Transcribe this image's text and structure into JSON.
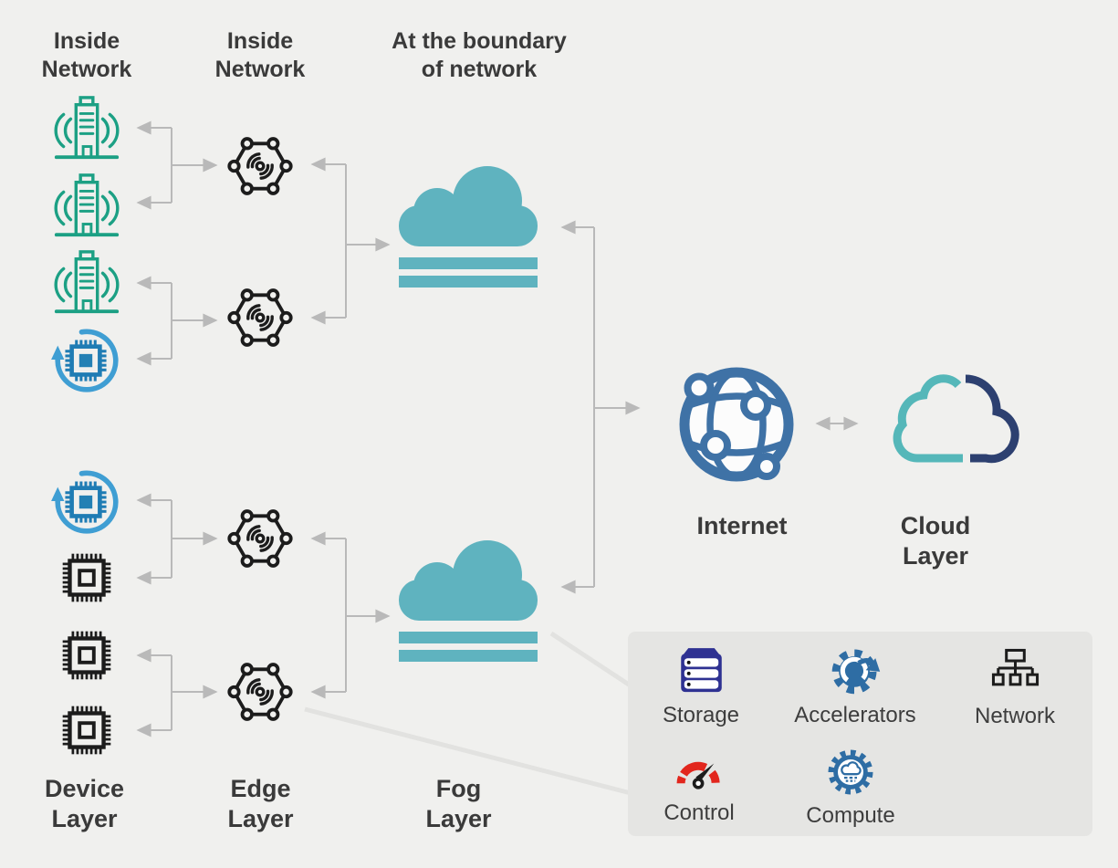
{
  "headers": {
    "device_column": "Inside\nNetwork",
    "edge_column": "Inside\nNetwork",
    "fog_column": "At the boundary\nof network"
  },
  "layers": {
    "device": "Device\nLayer",
    "edge": "Edge\nLayer",
    "fog": "Fog\nLayer",
    "internet": "Internet",
    "cloud": "Cloud\nLayer"
  },
  "capabilities_panel": {
    "items": [
      {
        "label": "Storage",
        "icon": "storage-icon"
      },
      {
        "label": "Accelerators",
        "icon": "accelerators-icon"
      },
      {
        "label": "Network",
        "icon": "network-icon"
      },
      {
        "label": "Control",
        "icon": "control-icon"
      },
      {
        "label": "Compute",
        "icon": "compute-icon"
      }
    ]
  },
  "icon_legend": {
    "building": "building-with-signal-icon",
    "chip_refresh": "chip-refresh-icon",
    "chip": "microchip-icon",
    "edge_node": "edge-node-hexagon-icon",
    "fog_cloud": "fog-cloud-icon",
    "internet": "internet-globe-icon",
    "cloud_outline": "cloud-outline-icon"
  },
  "colors": {
    "background": "#f0f0ee",
    "panel_background": "#e5e5e3",
    "text": "#3a3a3a",
    "arrow_gray": "#b9b9b9",
    "callout_gray": "#e2e2e0",
    "device_teal": "#1ca084",
    "chip_blue": "#3f9ed3",
    "chip_blue_dark": "#1f7cb4",
    "fog_teal": "#5fb3bf",
    "internet_blue": "#3f72a6",
    "cloud_teal": "#55b7b9",
    "cloud_navy": "#2d4070",
    "storage_indigo": "#2e3192",
    "gear_blue": "#2e6da4",
    "control_red": "#e2261d",
    "icon_black": "#1c1c1c"
  }
}
